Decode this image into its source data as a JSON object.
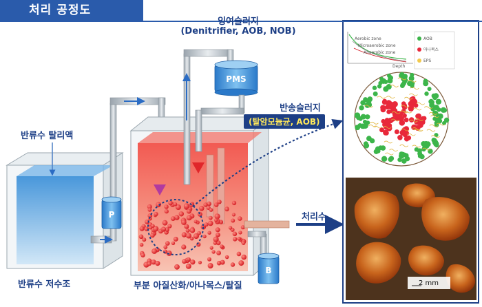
{
  "title": "처리 공정도",
  "labels": {
    "excess_sludge": "잉여슬러지",
    "excess_sludge_detail": "(Denitrifier, AOB, NOB)",
    "return_sludge": "반송슬러지",
    "return_sludge_detail": "(탈암모늄균, AOB)",
    "reject_water": "반류수 탈리액",
    "storage_tank": "반류수 저수조",
    "reactor": "부분 아질산화/아나목스/탈질",
    "treated_water": "처리수"
  },
  "equipment": {
    "pms": "PMS",
    "pump": "P",
    "blower": "B"
  },
  "granule_diagram": {
    "zones": [
      "Aerobic zone",
      "Microaerobic zone",
      "Anaerobic zone"
    ],
    "axis": "Depth",
    "legend": [
      "AOB",
      "아나목스",
      "EPS"
    ]
  },
  "scale_bar": "2 mm",
  "colors": {
    "title_bg": "#2a5bab",
    "label_text": "#1d3f86",
    "badge_text": "#ffe85a",
    "aob": "#3cb54a",
    "anammox": "#e8283a",
    "eps": "#f2c94c",
    "water_blue": "#4a9fe0",
    "reactor_red": "#f04a45"
  }
}
